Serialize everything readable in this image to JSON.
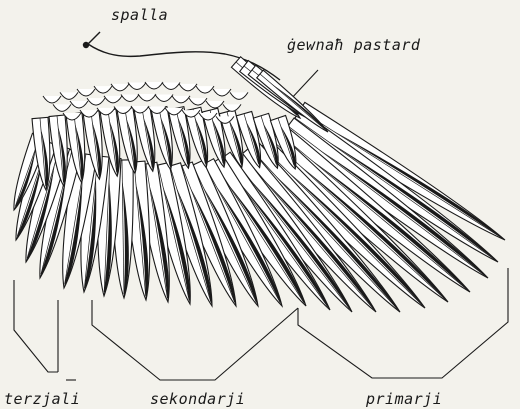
{
  "labels": {
    "spalla": "spalla",
    "gewnah_pastard": "ġewnaħ pastard",
    "terzjali": "terzjali",
    "sekondarji": "sekondarji",
    "primarji": "primarji"
  },
  "colors": {
    "ink": "#1a1a1a",
    "paper": "#f3f2ec",
    "feather_fill": "#ffffff"
  }
}
